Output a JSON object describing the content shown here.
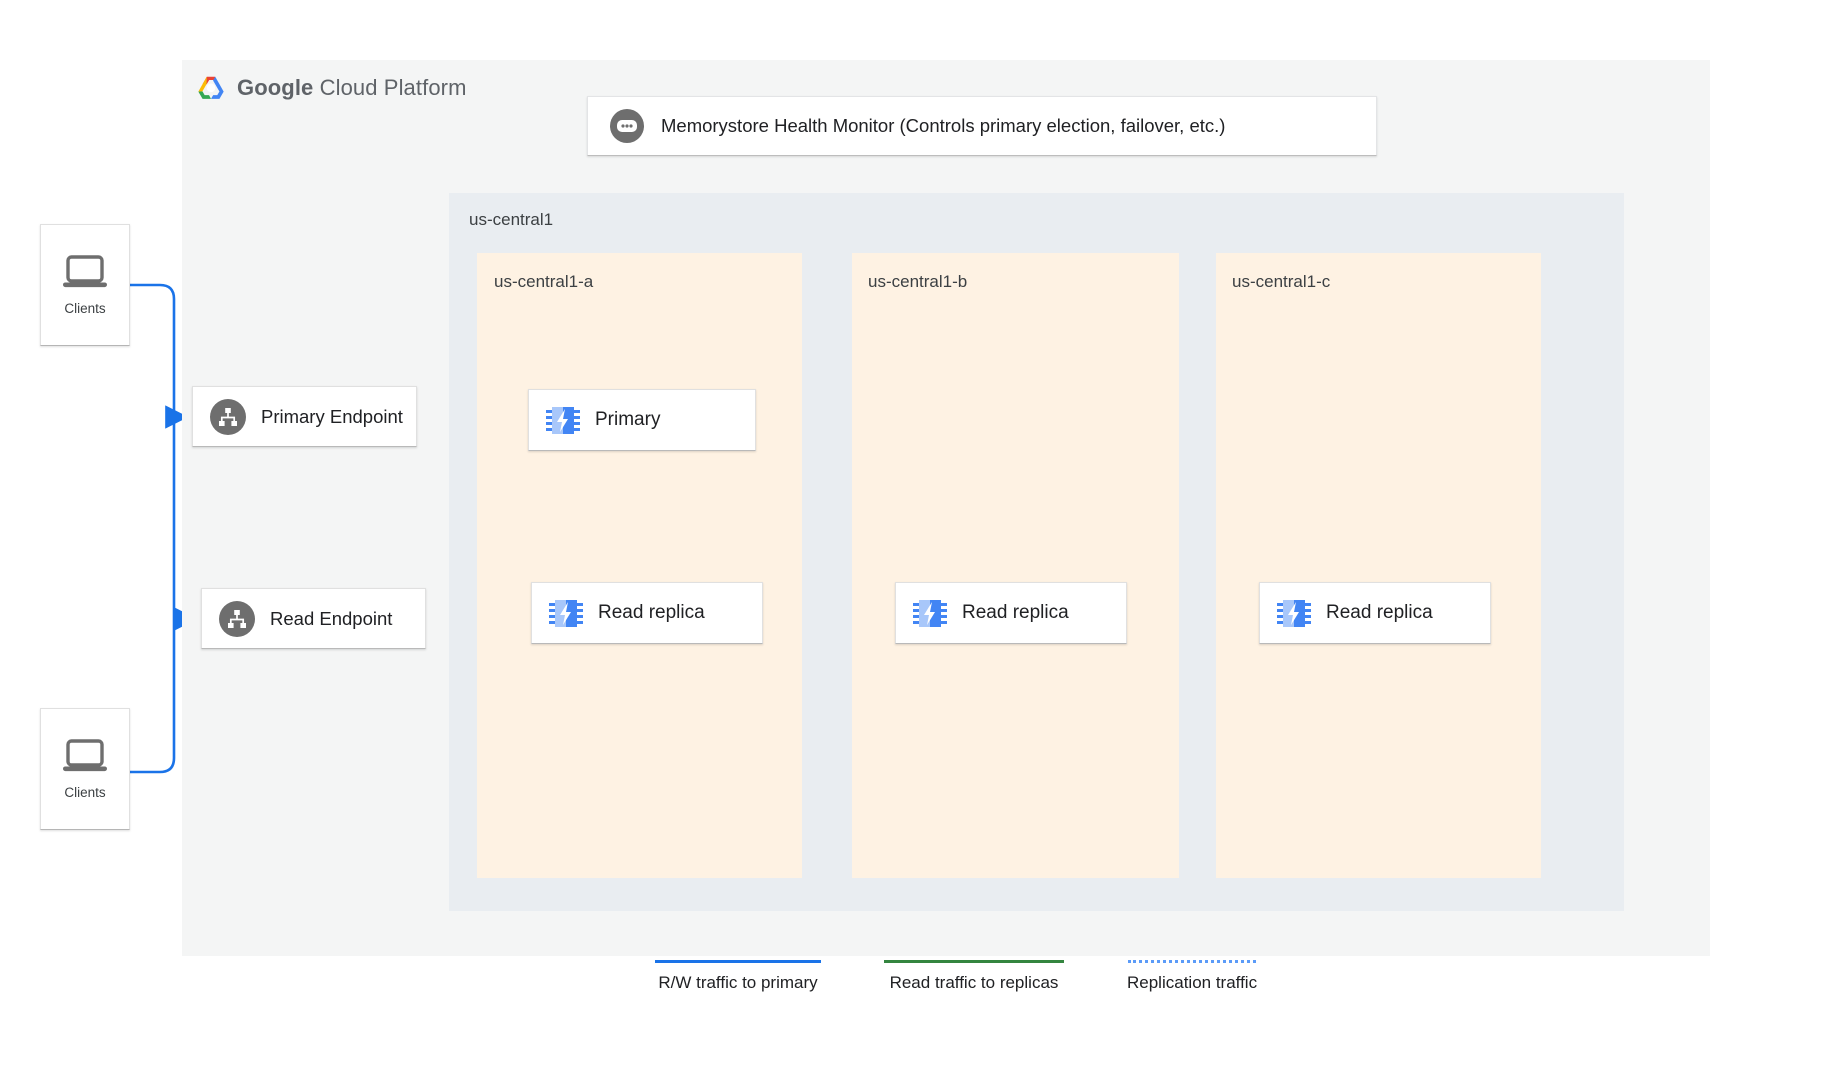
{
  "brand": {
    "logo_icon": "google-cloud-hexagon-icon",
    "name_bold": "Google",
    "name_light": " Cloud Platform"
  },
  "health_monitor": {
    "icon": "health-monitor-dots-icon",
    "label": "Memorystore Health Monitor (Controls primary election, failover, etc.)"
  },
  "region": {
    "label": "us-central1",
    "zones": [
      {
        "label": "us-central1-a"
      },
      {
        "label": "us-central1-b"
      },
      {
        "label": "us-central1-c"
      }
    ]
  },
  "clients": [
    {
      "icon": "laptop-icon",
      "label": "Clients"
    },
    {
      "icon": "laptop-icon",
      "label": "Clients"
    }
  ],
  "endpoints": [
    {
      "icon": "network-tree-icon",
      "label": "Primary Endpoint"
    },
    {
      "icon": "network-tree-icon",
      "label": "Read Endpoint"
    }
  ],
  "nodes": {
    "primary": {
      "icon": "memorystore-chip-icon",
      "label": "Primary"
    },
    "replicas": [
      {
        "icon": "memorystore-chip-icon",
        "label": "Read replica"
      },
      {
        "icon": "memorystore-chip-icon",
        "label": "Read replica"
      },
      {
        "icon": "memorystore-chip-icon",
        "label": "Read replica"
      }
    ]
  },
  "legend": [
    {
      "label": "R/W traffic to primary",
      "color": "#1a73e8",
      "style": "solid"
    },
    {
      "label": "Read traffic to replicas",
      "color": "#34853f",
      "style": "solid"
    },
    {
      "label": "Replication traffic",
      "color": "#5b9bf8",
      "style": "dotted"
    }
  ],
  "colors": {
    "panel_bg": "#f4f5f5",
    "region_bg": "#e9edf1",
    "zone_bg": "#fef2e3",
    "rw_traffic": "#1a73e8",
    "read_traffic": "#34853f",
    "replication": "#5b9bf8"
  }
}
